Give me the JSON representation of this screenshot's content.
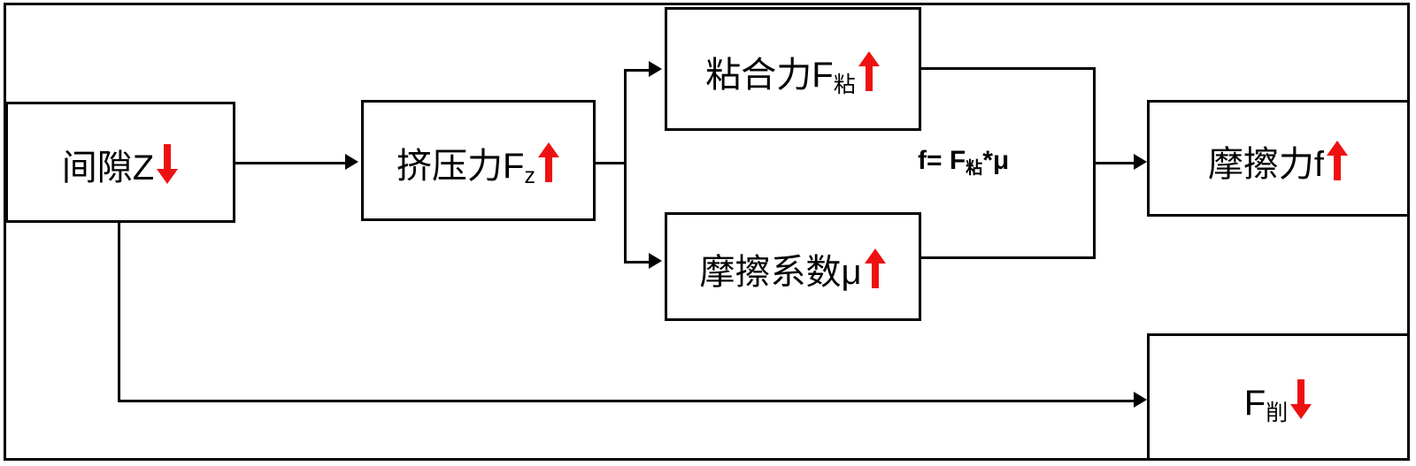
{
  "diagram": {
    "title": "",
    "colors": {
      "line": "#000000",
      "box_border": "#000000",
      "background": "#ffffff",
      "arrow_up": "#ee1111",
      "arrow_down": "#ee1111",
      "text": "#000000"
    },
    "nodes": [
      {
        "id": "clearance",
        "text": "间隙Z",
        "subscript": "",
        "trend": "down",
        "trend_symbol": "↓"
      },
      {
        "id": "squeeze-force",
        "text": "挤压力F",
        "subscript": "z",
        "trend": "up",
        "trend_symbol": "↑"
      },
      {
        "id": "adhesion-force",
        "text": "粘合力F",
        "subscript": "粘",
        "trend": "up",
        "trend_symbol": "↑"
      },
      {
        "id": "friction-coefficient",
        "text": "摩擦系数μ",
        "subscript": "",
        "trend": "up",
        "trend_symbol": "↑"
      },
      {
        "id": "friction-force",
        "text": "摩擦力f",
        "subscript": "",
        "trend": "up",
        "trend_symbol": "↑"
      },
      {
        "id": "cutting-force",
        "text": "F",
        "subscript": "削",
        "trend": "down",
        "trend_symbol": "↓"
      }
    ],
    "formula": {
      "lead": "f=  F",
      "subscript": "粘",
      "tail": "*μ"
    }
  }
}
